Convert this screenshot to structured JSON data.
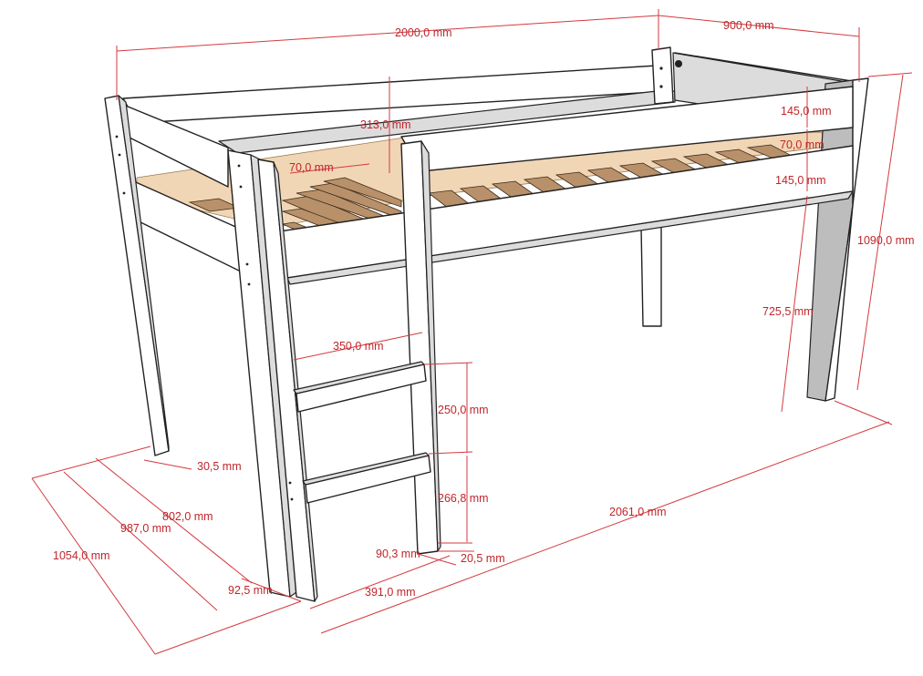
{
  "colors": {
    "dimension": "#c0262b",
    "frame": "#ffffff",
    "outline": "#222222",
    "slat": "#b8916a",
    "base": "#f1d6b5"
  },
  "dimensions": {
    "length_top": "2000,0 mm",
    "width_top": "900,0 mm",
    "headboard_height": "313,0 mm",
    "slat_gap": "70,0 mm",
    "rail_upper": "145,0 mm",
    "rail_gap": "70,0 mm",
    "rail_lower": "145,0 mm",
    "total_height": "1090,0 mm",
    "under_height": "725,5 mm",
    "ladder_width": "350,0 mm",
    "step_upper": "250,0 mm",
    "step_lower": "266,8 mm",
    "leg_thickness": "30,5 mm",
    "inner_width": "802,0 mm",
    "mid_width": "987,0 mm",
    "outer_width": "1054,0 mm",
    "total_length": "2061,0 mm",
    "ladder_post": "90,3 mm",
    "ladder_thickness": "20,5 mm",
    "ladder_offset": "92,5 mm",
    "ladder_depth": "391,0 mm"
  }
}
